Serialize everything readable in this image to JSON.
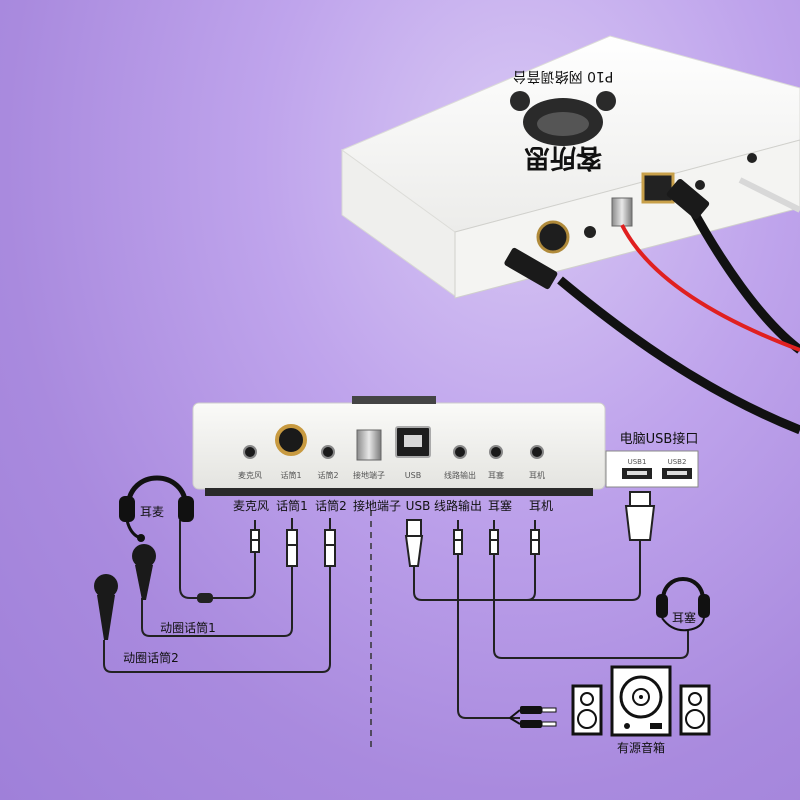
{
  "device_top": {
    "logo_text": "客所思",
    "model_text": "P10 网络调音台"
  },
  "panel": {
    "port_labels": [
      "麦克风",
      "话筒1",
      "话筒2",
      "接地端子",
      "USB",
      "线路输出",
      "耳塞",
      "耳机"
    ]
  },
  "connectors": {
    "labels": [
      "麦克风",
      "话筒1",
      "话筒2",
      "接地端子",
      "USB",
      "线路输出",
      "耳塞",
      "耳机"
    ]
  },
  "pc_usb": {
    "title": "电脑USB接口",
    "port1": "USB1",
    "port2": "USB2"
  },
  "devices": {
    "headset_label": "耳麦",
    "mic1_label": "动圈话筒1",
    "mic2_label": "动圈话筒2",
    "earbuds_label": "耳塞",
    "speakers_label": "有源音箱"
  },
  "colors": {
    "background": "#b094e4",
    "device_body": "#f7f7f5",
    "cable_red": "#e02020",
    "cable_black": "#1a1a1a",
    "wire": "#222222"
  }
}
